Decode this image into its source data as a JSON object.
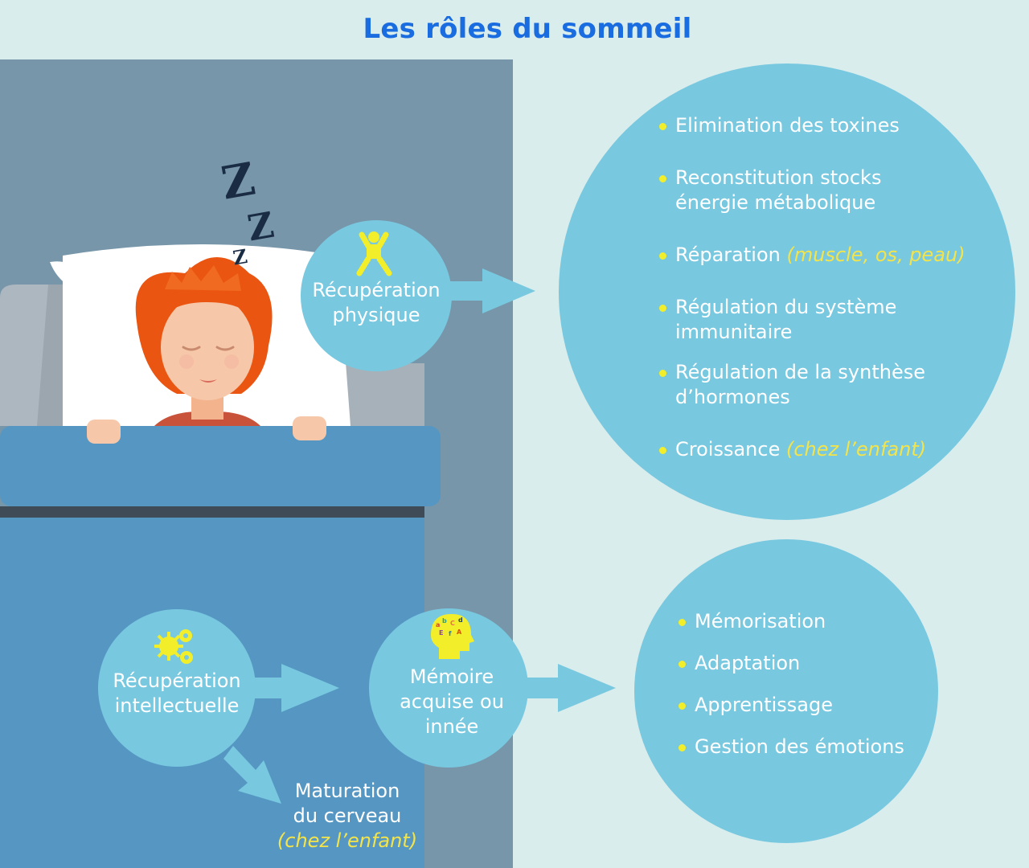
{
  "title": "Les rôles du sommeil",
  "nodes": {
    "physical": {
      "line1": "Récupération",
      "line2": "physique",
      "icon": "person-jumping-icon"
    },
    "intellectual": {
      "line1": "Récupération",
      "line2": "intellectuelle",
      "icon": "gears-icon"
    },
    "memory": {
      "line1": "Mémoire",
      "line2": "acquise ou",
      "line3": "innée",
      "icon": "head-letters-icon"
    },
    "maturation": {
      "line1": "Maturation",
      "line2": "du cerveau",
      "line3": "(chez l’enfant)"
    }
  },
  "physical_roles": [
    {
      "line1": "Elimination des toxines",
      "line2": "",
      "extra": ""
    },
    {
      "line1": "Reconstitution stocks",
      "line2": "énergie métabolique",
      "extra": ""
    },
    {
      "line1": "Réparation ",
      "line2": "",
      "extra": "(muscle, os, peau)"
    },
    {
      "line1": "Régulation du système",
      "line2": "immunitaire",
      "extra": ""
    },
    {
      "line1": "Régulation de la synthèse",
      "line2": "d’hormones",
      "extra": ""
    },
    {
      "line1": "Croissance ",
      "line2": "",
      "extra": "(chez l’enfant)"
    }
  ],
  "memory_roles": [
    {
      "label": "Mémorisation"
    },
    {
      "label": "Adaptation"
    },
    {
      "label": "Apprentissage"
    },
    {
      "label": "Gestion des émotions"
    }
  ],
  "sleep_symbol": "Z",
  "colors": {
    "background": "#d9eded",
    "title": "#1a6de0",
    "circle": "#78c8e0",
    "room": "#7796a9",
    "blanket": "#5597c2",
    "highlight": "#f4e44a",
    "bullet": "#f3ee2a"
  }
}
